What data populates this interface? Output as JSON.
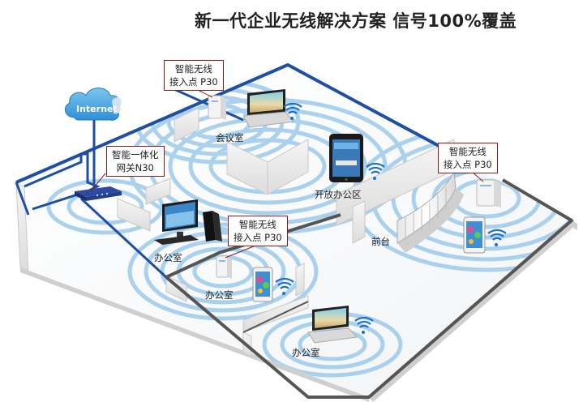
{
  "title": "新一代企业无线解决方案 信号100%覆盖",
  "callouts": {
    "ap_top": [
      "智能无线",
      "接入点 P30"
    ],
    "gateway": [
      "智能一体化",
      "网关N30"
    ],
    "ap_right": [
      "智能无线",
      "接入点 P30"
    ],
    "ap_middle": [
      "智能无线",
      "接入点 P30"
    ]
  },
  "labels": {
    "internet": "Internet",
    "meeting_room": "会议室",
    "open_office": "开放办公区",
    "front_desk": "前台",
    "office_left": "办公室",
    "office_mid": "办公室",
    "office_bottom": "办公室"
  },
  "colors": {
    "wall_border_blue": "#1e4fa3",
    "wall_border_gray": "#555555",
    "wave_blue": "#8fc3e8",
    "wifi_blue": "#1d6fd0",
    "callout_border": "#8b1a1a"
  }
}
